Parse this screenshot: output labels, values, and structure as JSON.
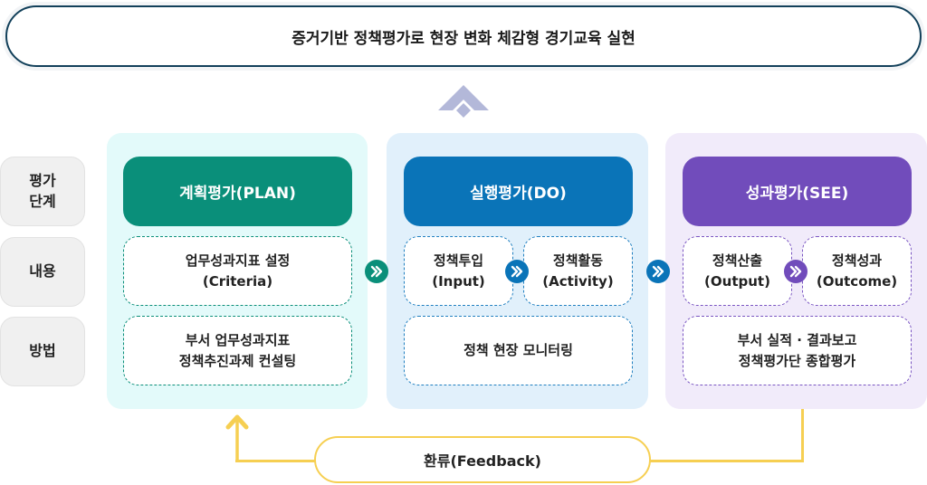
{
  "goal": {
    "text": "증거기반 정책평가로 현장 변화 체감형 경기교육 실현"
  },
  "row_labels": [
    "평가\n단계",
    "내용",
    "방법"
  ],
  "stages": [
    {
      "header": "계획평가(PLAN)",
      "color": "#0a8f7a",
      "panel_bg": "#e3fafa",
      "border": "#0a8f7a",
      "content": [
        "업무성과지표 설정\n(Criteria)"
      ],
      "method": "부서 업무성과지표\n정책추진과제 컨설팅"
    },
    {
      "header": "실행평가(DO)",
      "color": "#0a74b8",
      "panel_bg": "#e1f0fb",
      "border": "#1f7fc0",
      "content": [
        "정책투입\n(Input)",
        "정책활동\n(Activity)"
      ],
      "method": "정책 현장 모니터링"
    },
    {
      "header": "성과평가(SEE)",
      "color": "#714cbb",
      "panel_bg": "#f1ebfa",
      "border": "#7a55c2",
      "content": [
        "정책산출\n(Output)",
        "정책성과\n(Outcome)"
      ],
      "method": "부서 실적 · 결과보고\n정책평가단 종합평가"
    }
  ],
  "feedback": {
    "label": "환류(Feedback)",
    "color": "#f6cf52"
  },
  "icons": {
    "arrow": "double-chevron-right",
    "up": "chevron-up",
    "feedback": "arrow-up"
  }
}
